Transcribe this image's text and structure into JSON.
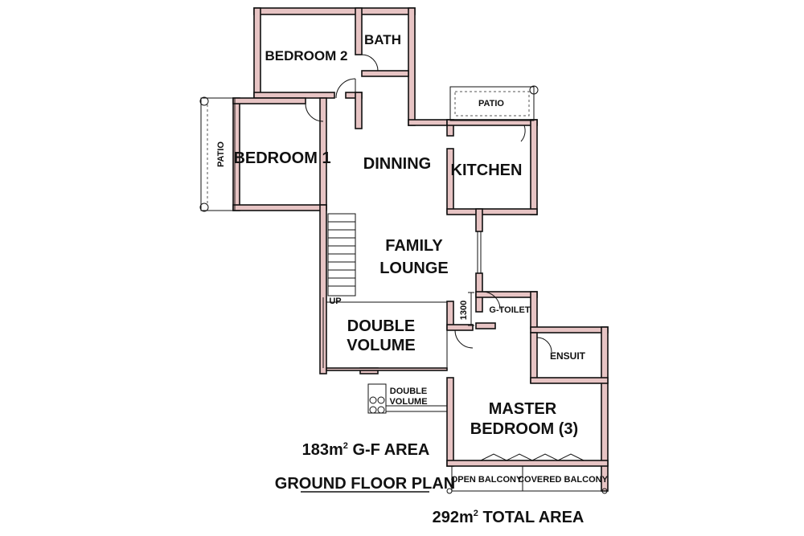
{
  "rooms": {
    "bedroom2": "BEDROOM 2",
    "bath": "BATH",
    "patio_top": "PATIO",
    "patio_left": "PATIO",
    "bedroom1": "BEDROOM 1",
    "dinning": "DINNING",
    "kitchen": "KITCHEN",
    "family_lounge_line1": "FAMILY",
    "family_lounge_line2": "LOUNGE",
    "stair_up": "UP",
    "dimension": "1300",
    "g_toilet": "G-TOILET",
    "double_volume_line1": "DOUBLE",
    "double_volume_line2": "VOLUME",
    "ensuit": "ENSUIT",
    "double_volume_small_line1": "DOUBLE",
    "double_volume_small_line2": "VOLUME",
    "master_bedroom_line1": "MASTER",
    "master_bedroom_line2": "BEDROOM (3)",
    "open_balcony": "OPEN BALCONY",
    "covered_balcony": "COVERED BALCONY"
  },
  "captions": {
    "gf_area_value": "183m",
    "gf_area_sup": "2",
    "gf_area_suffix": " G-F AREA",
    "plan_title": "GROUND FLOOR PLAN",
    "total_area_value": "292m",
    "total_area_sup": "2",
    "total_area_suffix": " TOTAL AREA"
  },
  "colors": {
    "wall_fill": "#e7c4c4",
    "line": "#111111",
    "background": "#ffffff"
  }
}
